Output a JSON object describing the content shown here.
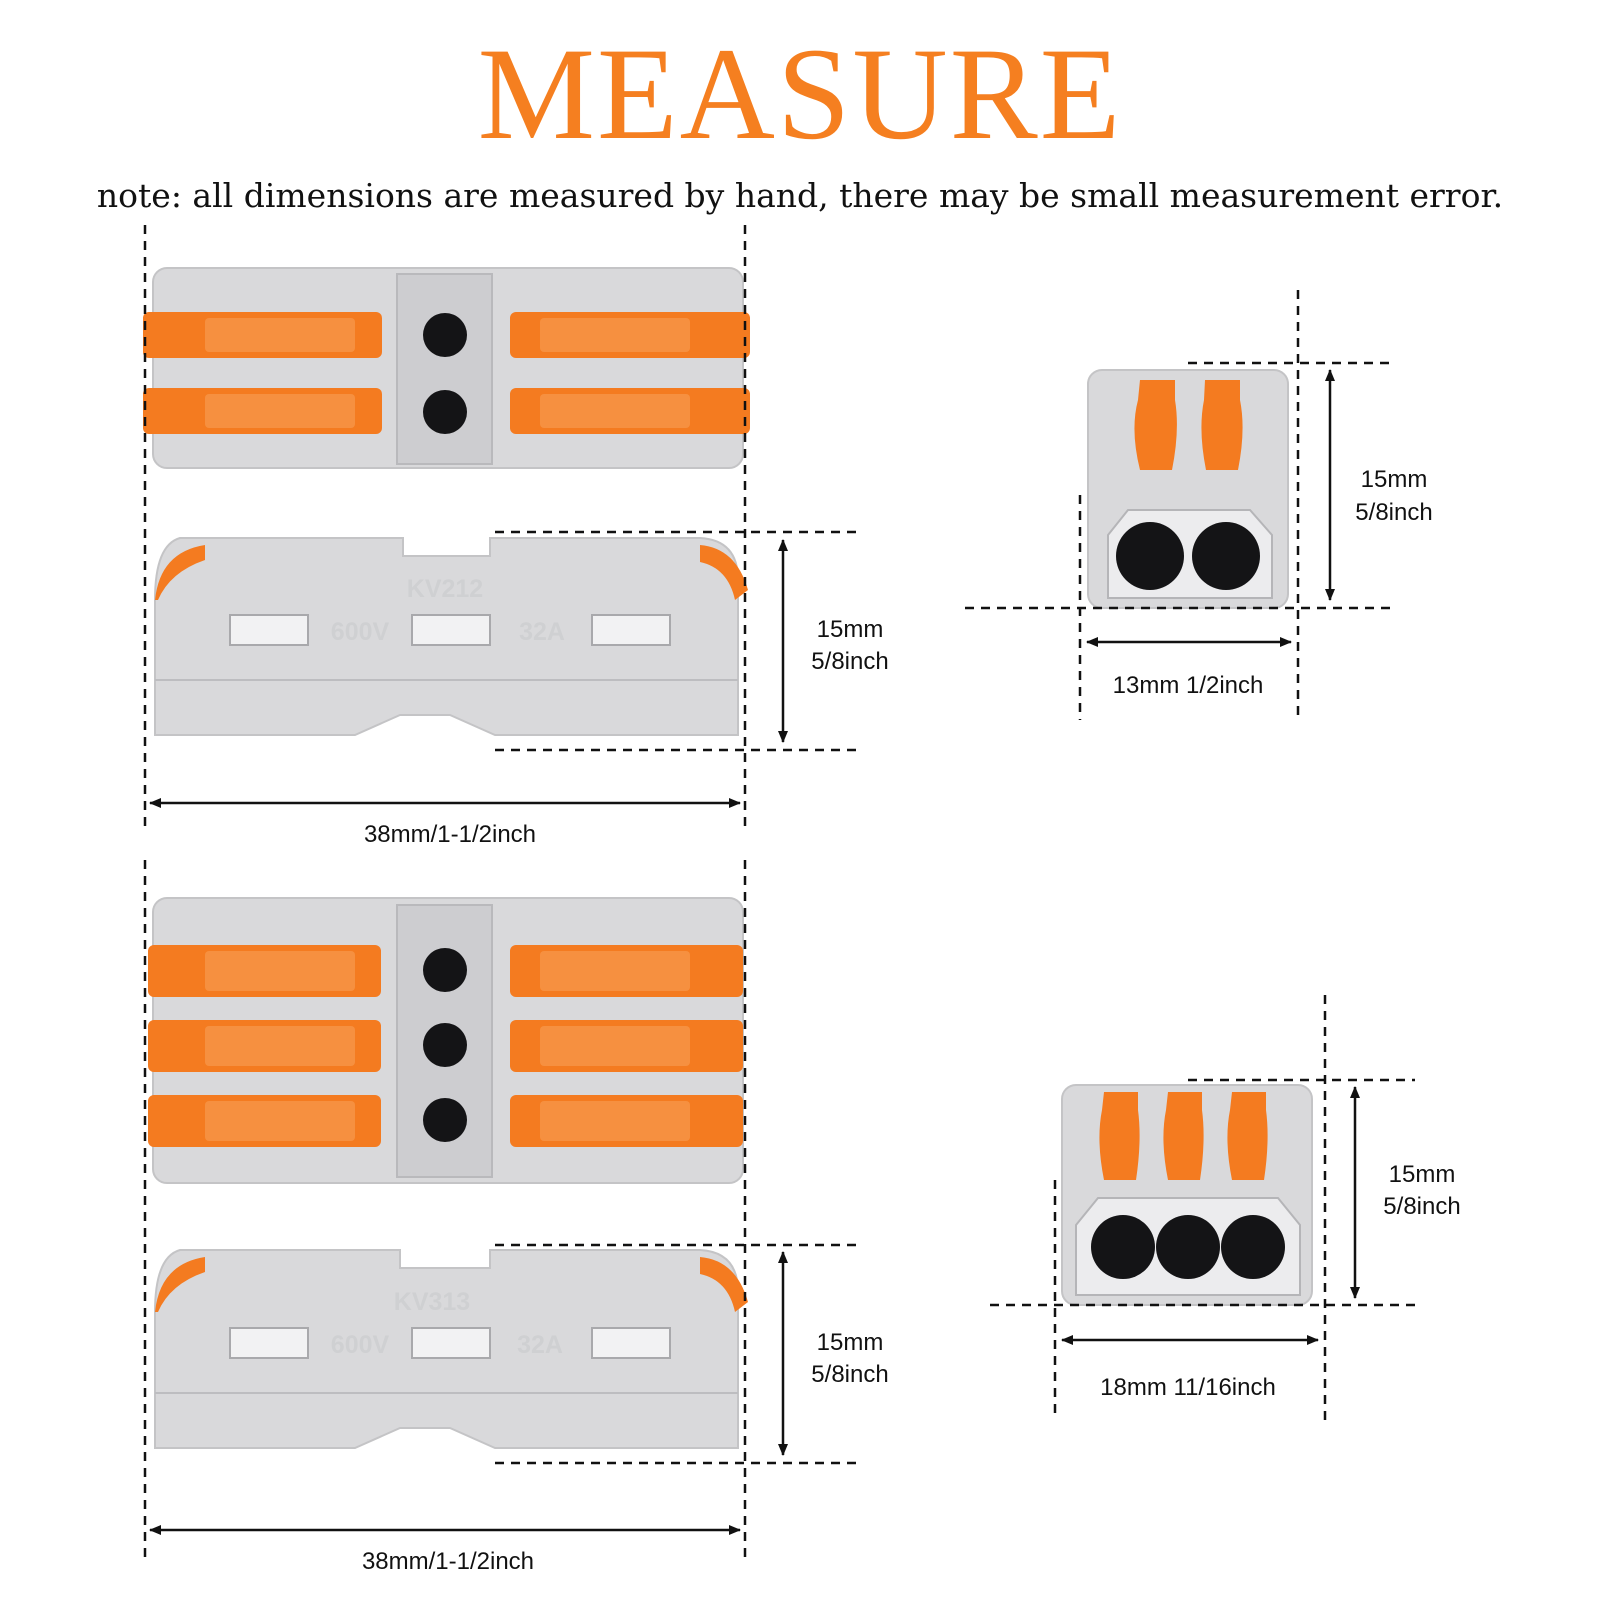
{
  "title": "MEASURE",
  "note": "note: all dimensions are measured by hand, there may be small measurement error.",
  "colors": {
    "title": "#f57f20",
    "lever": "#f47b20",
    "body": "#d9d9db",
    "hole": "#141416",
    "line": "#111111"
  },
  "connector_2way": {
    "model": "KV212",
    "voltage": "600V",
    "current": "32A",
    "levers_per_side": 2,
    "length_label": "38mm/1-1/2inch",
    "height_label_mm": "15mm",
    "height_label_inch": "5/8inch",
    "end_height_label_mm": "15mm",
    "end_height_label_inch": "5/8inch",
    "end_width_label": "13mm 1/2inch"
  },
  "connector_3way": {
    "model": "KV313",
    "voltage": "600V",
    "current": "32A",
    "levers_per_side": 3,
    "length_label": "38mm/1-1/2inch",
    "height_label_mm": "15mm",
    "height_label_inch": "5/8inch",
    "end_height_label_mm": "15mm",
    "end_height_label_inch": "5/8inch",
    "end_width_label": "18mm 11/16inch"
  }
}
